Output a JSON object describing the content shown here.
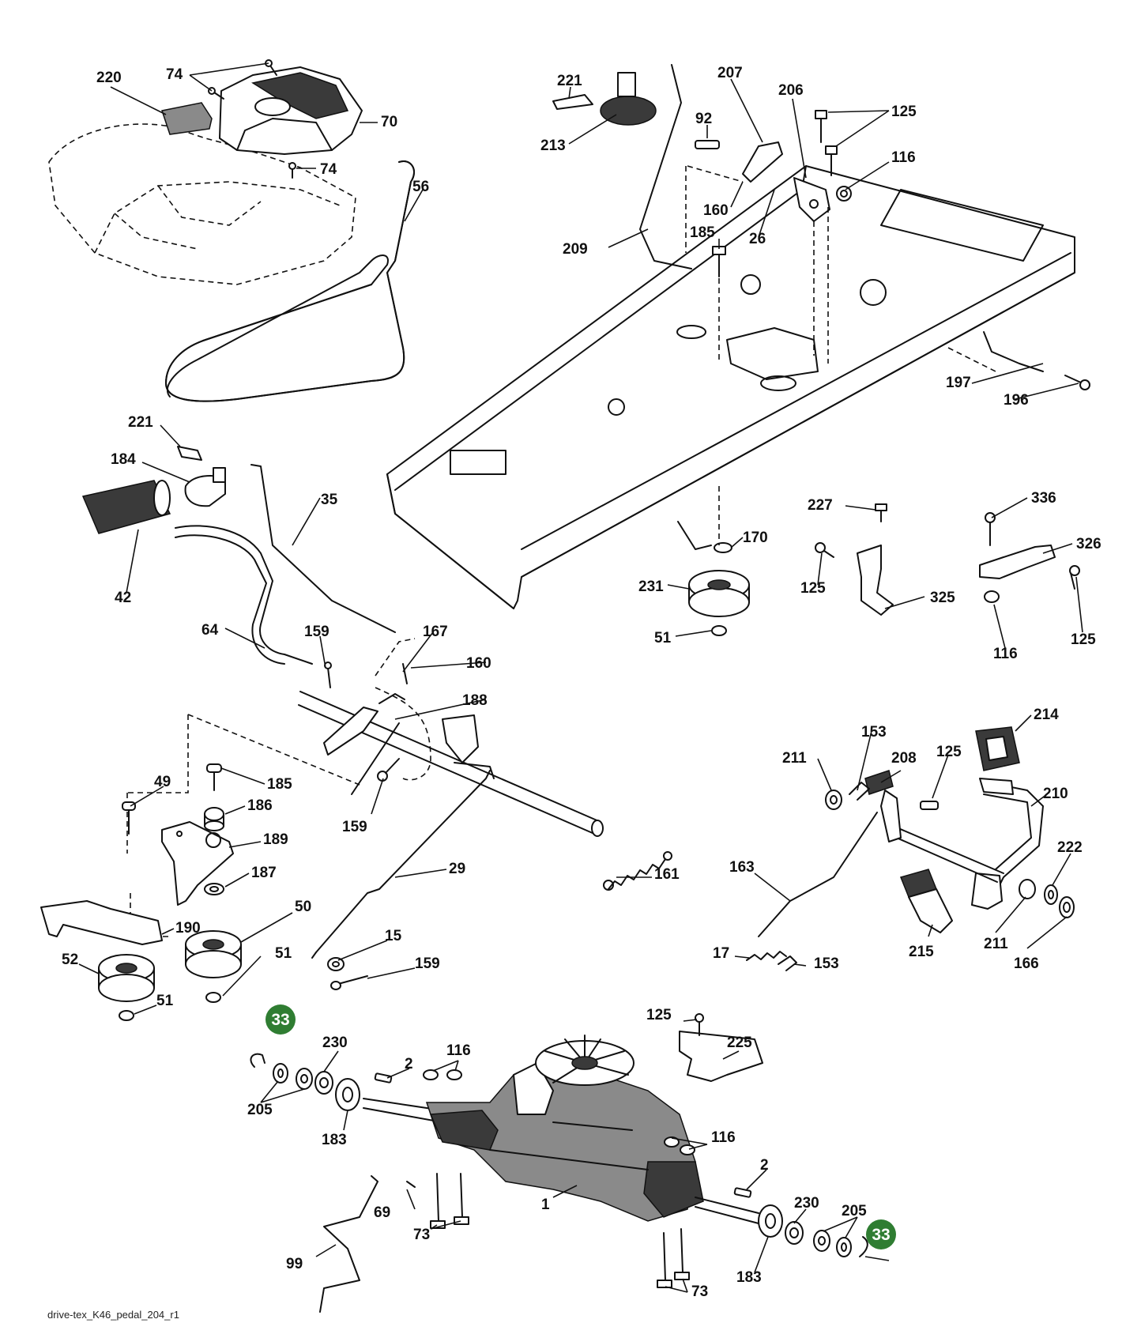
{
  "diagram": {
    "filename": "drive-tex_K46_pedal_204_r1",
    "badge_color": "#2f7d32",
    "callouts": [
      {
        "id": "c220",
        "label": "220"
      },
      {
        "id": "c74a",
        "label": "74"
      },
      {
        "id": "c70",
        "label": "70"
      },
      {
        "id": "c74b",
        "label": "74"
      },
      {
        "id": "c56",
        "label": "56"
      },
      {
        "id": "c221a",
        "label": "221"
      },
      {
        "id": "c213",
        "label": "213"
      },
      {
        "id": "c207",
        "label": "207"
      },
      {
        "id": "c92",
        "label": "92"
      },
      {
        "id": "c206",
        "label": "206"
      },
      {
        "id": "c125a",
        "label": "125"
      },
      {
        "id": "c116a",
        "label": "116"
      },
      {
        "id": "c160a",
        "label": "160"
      },
      {
        "id": "c26",
        "label": "26"
      },
      {
        "id": "c185a",
        "label": "185"
      },
      {
        "id": "c209",
        "label": "209"
      },
      {
        "id": "c197",
        "label": "197"
      },
      {
        "id": "c196",
        "label": "196"
      },
      {
        "id": "c221b",
        "label": "221"
      },
      {
        "id": "c184",
        "label": "184"
      },
      {
        "id": "c35",
        "label": "35"
      },
      {
        "id": "c42",
        "label": "42"
      },
      {
        "id": "c227",
        "label": "227"
      },
      {
        "id": "c336",
        "label": "336"
      },
      {
        "id": "c170",
        "label": "170"
      },
      {
        "id": "c326",
        "label": "326"
      },
      {
        "id": "c231",
        "label": "231"
      },
      {
        "id": "c125b",
        "label": "125"
      },
      {
        "id": "c325",
        "label": "325"
      },
      {
        "id": "c51a",
        "label": "51"
      },
      {
        "id": "c116b",
        "label": "116"
      },
      {
        "id": "c125c",
        "label": "125"
      },
      {
        "id": "c64",
        "label": "64"
      },
      {
        "id": "c159a",
        "label": "159"
      },
      {
        "id": "c167",
        "label": "167"
      },
      {
        "id": "c160b",
        "label": "160"
      },
      {
        "id": "c188",
        "label": "188"
      },
      {
        "id": "c214",
        "label": "214"
      },
      {
        "id": "c153a",
        "label": "153"
      },
      {
        "id": "c211a",
        "label": "211"
      },
      {
        "id": "c208",
        "label": "208"
      },
      {
        "id": "c125d",
        "label": "125"
      },
      {
        "id": "c210",
        "label": "210"
      },
      {
        "id": "c49",
        "label": "49"
      },
      {
        "id": "c185b",
        "label": "185"
      },
      {
        "id": "c186",
        "label": "186"
      },
      {
        "id": "c159b",
        "label": "159"
      },
      {
        "id": "c189",
        "label": "189"
      },
      {
        "id": "c187",
        "label": "187"
      },
      {
        "id": "c29",
        "label": "29"
      },
      {
        "id": "c161",
        "label": "161"
      },
      {
        "id": "c163",
        "label": "163"
      },
      {
        "id": "c222",
        "label": "222"
      },
      {
        "id": "c50",
        "label": "50"
      },
      {
        "id": "c190",
        "label": "190"
      },
      {
        "id": "c15",
        "label": "15"
      },
      {
        "id": "c52",
        "label": "52"
      },
      {
        "id": "c51b",
        "label": "51"
      },
      {
        "id": "c159c",
        "label": "159"
      },
      {
        "id": "c17",
        "label": "17"
      },
      {
        "id": "c153b",
        "label": "153"
      },
      {
        "id": "c215",
        "label": "215"
      },
      {
        "id": "c211b",
        "label": "211"
      },
      {
        "id": "c166",
        "label": "166"
      },
      {
        "id": "c51c",
        "label": "51"
      },
      {
        "id": "c125e",
        "label": "125"
      },
      {
        "id": "c230a",
        "label": "230"
      },
      {
        "id": "c225",
        "label": "225"
      },
      {
        "id": "c116c",
        "label": "116"
      },
      {
        "id": "c2a",
        "label": "2"
      },
      {
        "id": "c205a",
        "label": "205"
      },
      {
        "id": "c183a",
        "label": "183"
      },
      {
        "id": "c116d",
        "label": "116"
      },
      {
        "id": "c2b",
        "label": "2"
      },
      {
        "id": "c1",
        "label": "1"
      },
      {
        "id": "c69",
        "label": "69"
      },
      {
        "id": "c230b",
        "label": "230"
      },
      {
        "id": "c205b",
        "label": "205"
      },
      {
        "id": "c73a",
        "label": "73"
      },
      {
        "id": "c99",
        "label": "99"
      },
      {
        "id": "c183b",
        "label": "183"
      },
      {
        "id": "c73b",
        "label": "73"
      }
    ],
    "badges": [
      {
        "id": "b33a",
        "label": "33"
      },
      {
        "id": "b33b",
        "label": "33"
      }
    ]
  }
}
